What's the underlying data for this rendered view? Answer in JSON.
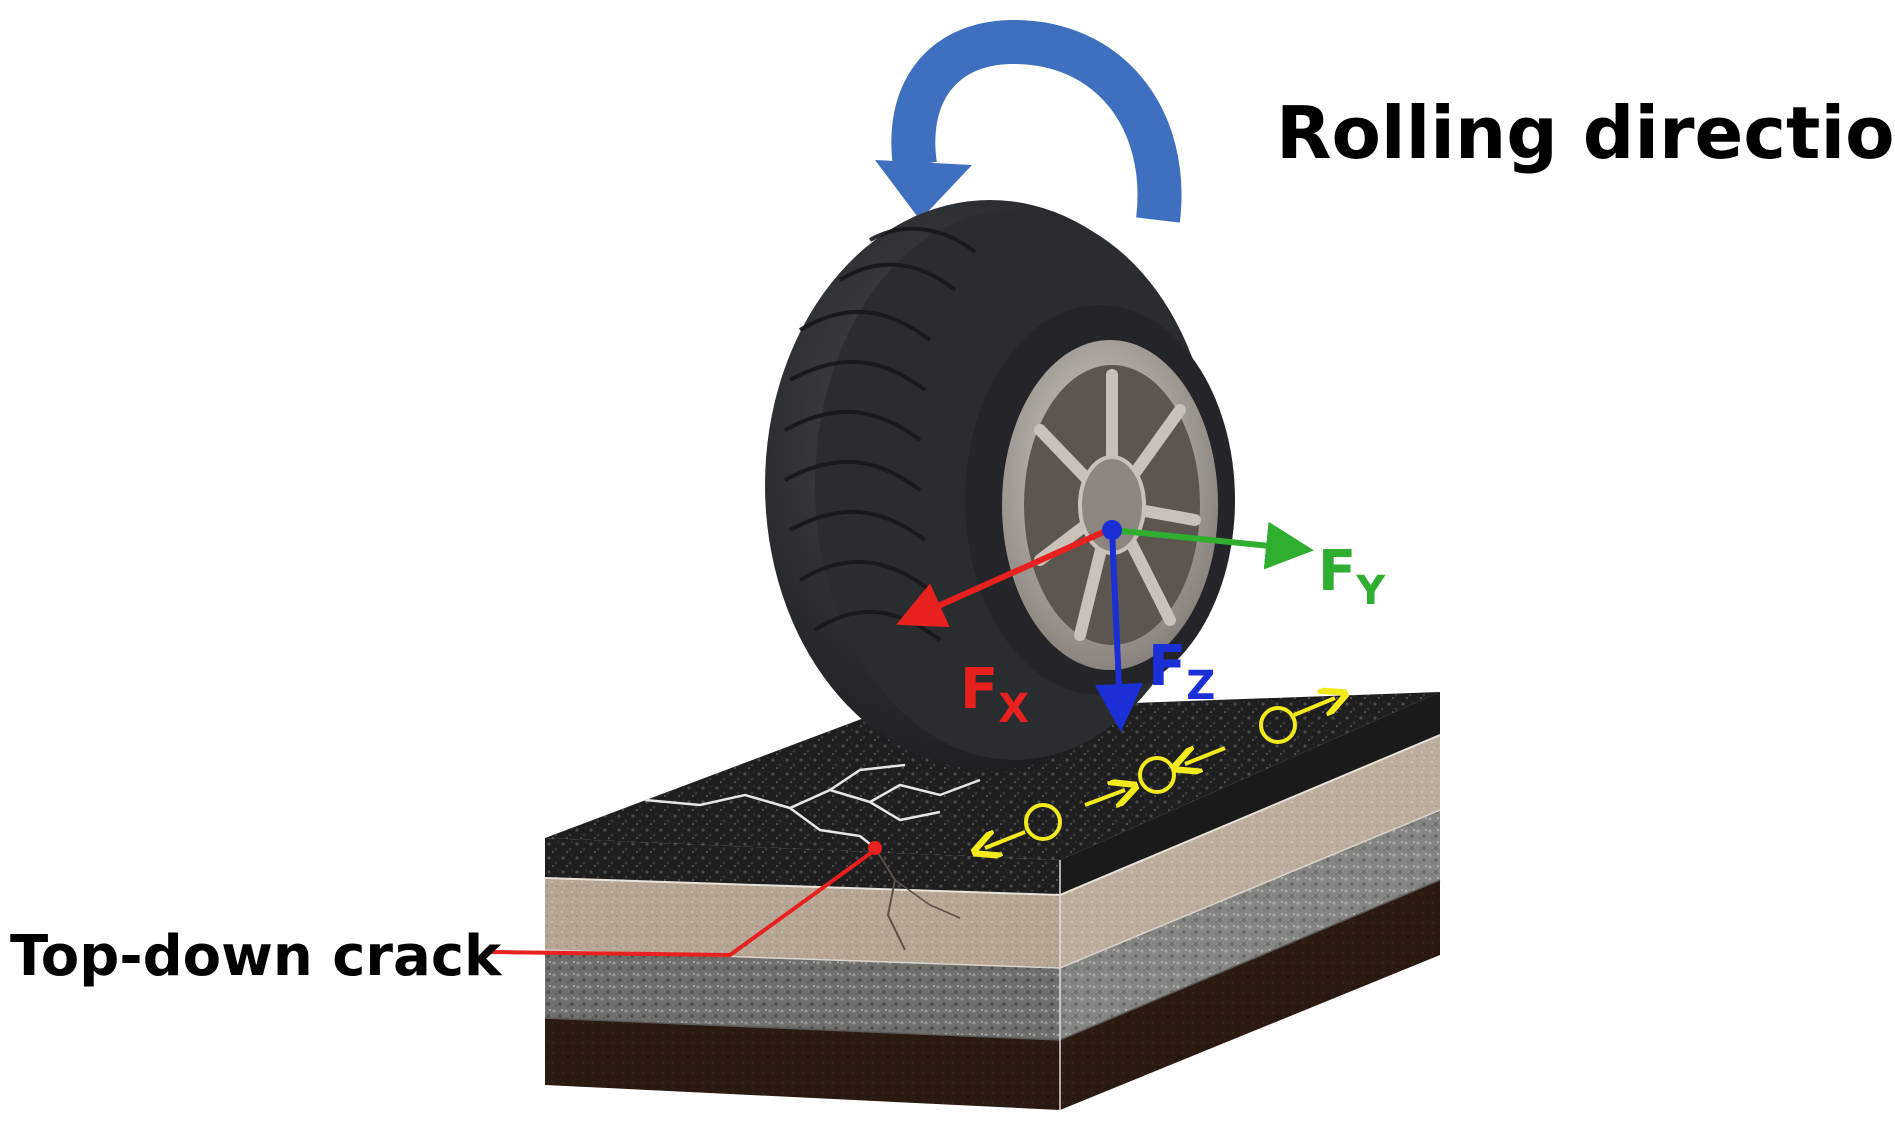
{
  "labels": {
    "rolling_direction": "Rolling direction",
    "top_down_crack": "Top-down crack"
  },
  "forces": {
    "fx": {
      "letter": "F",
      "sub": "X",
      "color": "#e8201e"
    },
    "fy": {
      "letter": "F",
      "sub": "Y",
      "color": "#2fae2f"
    },
    "fz": {
      "letter": "F",
      "sub": "Z",
      "color": "#1b2fd6"
    }
  },
  "colors": {
    "rolling_arrow": "#3f6fbf",
    "strain_markers": "#f2ea1d",
    "crack_leader": "#e8201e",
    "surface_layer": "#1f1f1f",
    "second_layer": "#b7a796",
    "base_layer": "#7a7a78",
    "subgrade_layer": "#2b1c14"
  },
  "icons": [
    "rolling-direction-arrow",
    "tire-icon",
    "wheel-rim-icon",
    "pavement-block",
    "strain-marker-icon",
    "crack-icon"
  ]
}
